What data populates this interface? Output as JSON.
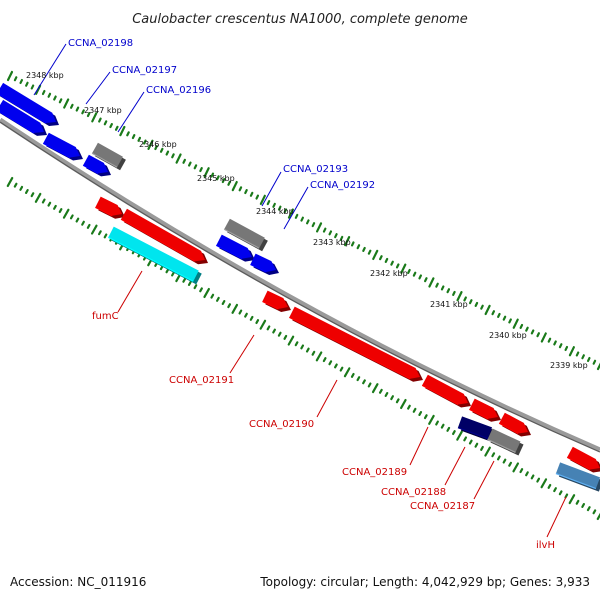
{
  "header": {
    "title": "Caulobacter crescentus NA1000, complete genome"
  },
  "footer": {
    "accession": "Accession: NC_011916",
    "topology": "Topology: circular; Length: 4,042,929 bp; Genes: 3,933"
  },
  "scale_labels": [
    "2348 kbp",
    "2347 kbp",
    "2346 kbp",
    "2345 kbp",
    "2344 kbp",
    "2343 kbp",
    "2342 kbp",
    "2341 kbp",
    "2340 kbp",
    "2339 kbp"
  ],
  "gene_labels": {
    "top": [
      "CCNA_02198",
      "CCNA_02197",
      "CCNA_02196",
      "CCNA_02193",
      "CCNA_02192"
    ],
    "bottom": [
      "fumC",
      "CCNA_02191",
      "CCNA_02190",
      "CCNA_02189",
      "CCNA_02188",
      "CCNA_02187",
      "ilvH"
    ]
  },
  "colors": {
    "backbone": "#8a8a8a",
    "forward_gene": "#0000ee",
    "reverse_gene": "#ee0000",
    "pseudo_gene": "#777777",
    "highlight_cyan": "#00e5ee",
    "dark_navy": "#000066",
    "light_blue": "#4682b4",
    "tick": "#1a7a1a",
    "label_top": "#0000cc",
    "label_bottom": "#cc0000"
  }
}
